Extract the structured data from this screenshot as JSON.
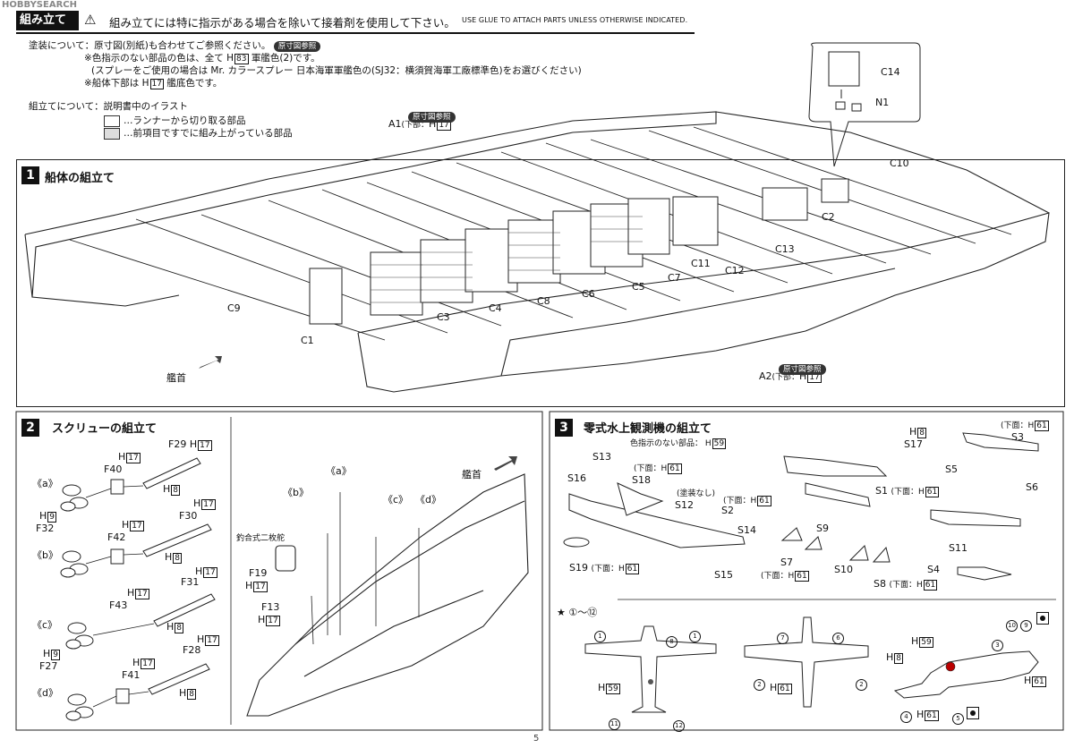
{
  "watermark": "HOBBYSEARCH",
  "header": {
    "section": "組み立て",
    "jp_text": "組み立てには特に指示がある場合を除いて接着剤を使用して下さい。",
    "en_text": "USE GLUE TO ATTACH PARTS UNLESS OTHERWISE INDICATED."
  },
  "notes": {
    "paint_head": "塗装について：原寸図(別紙)も合わせてご参照ください。",
    "paint_tag": "原寸図参照",
    "paint_1": "※色指示のない部品の色は、全て",
    "paint_1_box": "83",
    "paint_1_tail": "軍艦色(2)です。",
    "paint_2": "(スプレーをご使用の場合は Mr. カラースプレー 日本海軍軍艦色の(SJ32：横須賀海軍工廠標準色)をお選びください)",
    "paint_3": "※船体下部は",
    "paint_3_box": "17",
    "paint_3_tail": "艦底色です。",
    "assembly_head": "組立てについて：説明書中のイラスト",
    "legend_1": "…ランナーから切り取る部品",
    "legend_2": "…前項目ですでに組み上がっている部品"
  },
  "step1": {
    "number": "1",
    "title": "船体の組立て",
    "labels": {
      "a1": "A1",
      "a1_sub": "(下部：",
      "a1_box": "17",
      "a1_tag": "原寸図参照",
      "a2": "A2",
      "a2_sub": "(下部：",
      "a2_box": "17",
      "a2_tag": "原寸図参照",
      "c14": "C14",
      "n1": "N1",
      "c10": "C10",
      "c2": "C2",
      "c13": "C13",
      "c11": "C11",
      "c12": "C12",
      "c7": "C7",
      "c5": "C5",
      "c6": "C6",
      "c8": "C8",
      "c4": "C4",
      "c3": "C3",
      "c9": "C9",
      "c1": "C1",
      "bow": "艦首"
    }
  },
  "step2": {
    "number": "2",
    "title": "スクリューの組立て",
    "labels": {
      "a": "《a》",
      "b": "《b》",
      "c": "《c》",
      "d": "《d》",
      "f29": "F29",
      "f40": "F40",
      "f30": "F30",
      "f42": "F42",
      "f31": "F31",
      "f43": "F43",
      "f28": "F28",
      "f41": "F41",
      "f32": "F32",
      "f27": "F27",
      "f19": "F19",
      "f13": "F13",
      "rudder": "釣合式二枚舵",
      "bow": "艦首",
      "h": "H",
      "b17": "17",
      "b8": "8",
      "b9": "9"
    }
  },
  "step3": {
    "number": "3",
    "title": "零式水上観測機の組立て",
    "subtitle": "色指示のない部品：",
    "sub_box": "59",
    "labels": {
      "s13": "S13",
      "s16": "S16",
      "s18": "S18",
      "s12": "S12",
      "s2": "S2",
      "s14": "S14",
      "s19": "S19",
      "s15": "S15",
      "s17": "S17",
      "s1": "S1",
      "s9": "S9",
      "s7": "S7",
      "s10": "S10",
      "s8": "S8",
      "s3": "S3",
      "s5": "S5",
      "s6": "S6",
      "s11": "S11",
      "s4": "S4",
      "under": "(下面：",
      "nopaint": "(塗装なし)",
      "b61": "61",
      "b8": "8",
      "b59": "59",
      "h": "H"
    },
    "decal_head": "①〜⑫",
    "decal_numbers": [
      "1",
      "2",
      "3",
      "4",
      "5",
      "6",
      "7",
      "8",
      "9",
      "10",
      "11",
      "12"
    ]
  },
  "page_number": "5"
}
